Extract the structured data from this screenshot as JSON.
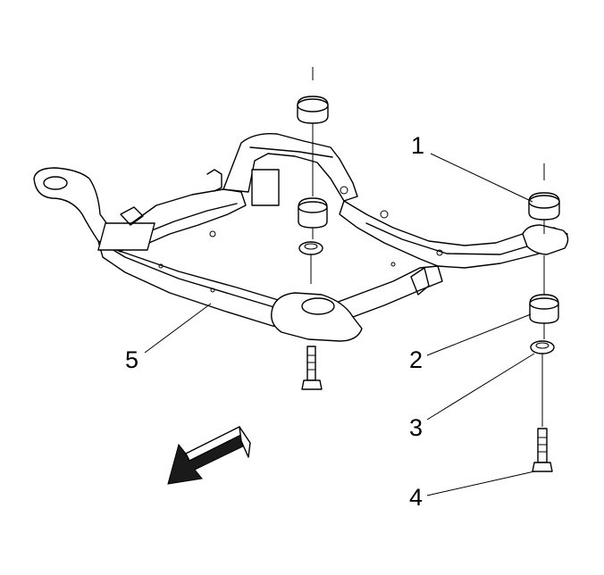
{
  "callouts": {
    "c1": "1",
    "c2": "2",
    "c3": "3",
    "c4": "4",
    "c5": "5"
  },
  "icons": {
    "direction_arrow": "front-direction-arrow-icon"
  },
  "colors": {
    "line": "#000000",
    "background": "#ffffff",
    "arrow_fill": "#1a1a1a"
  }
}
